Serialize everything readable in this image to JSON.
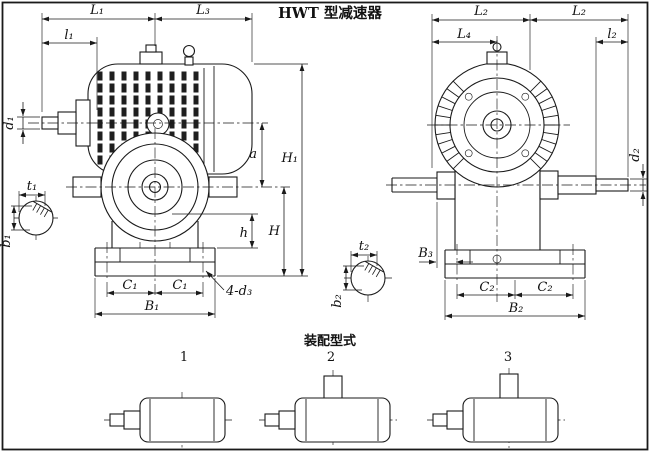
{
  "title": "HWT 型减速器",
  "left_view": {
    "L1": "L₁",
    "L3": "L₃",
    "l1": "l₁",
    "d1": "d₁",
    "a": "a",
    "H1": "H₁",
    "H": "H",
    "h": "h",
    "C1a": "C₁",
    "C1b": "C₁",
    "B1": "B₁",
    "holes": "4-d₃",
    "t1": "t₁",
    "b1": "b₁"
  },
  "right_view": {
    "L2a": "L₂",
    "L2b": "L₂",
    "L4": "L₄",
    "l2": "l₂",
    "d2": "d₂",
    "B3": "B₃",
    "C2a": "C₂",
    "C2b": "C₂",
    "B2": "B₂",
    "t2": "t₂",
    "b2": "b₂"
  },
  "assembly": {
    "heading": "装配型式",
    "items": [
      "1",
      "2",
      "3"
    ]
  }
}
